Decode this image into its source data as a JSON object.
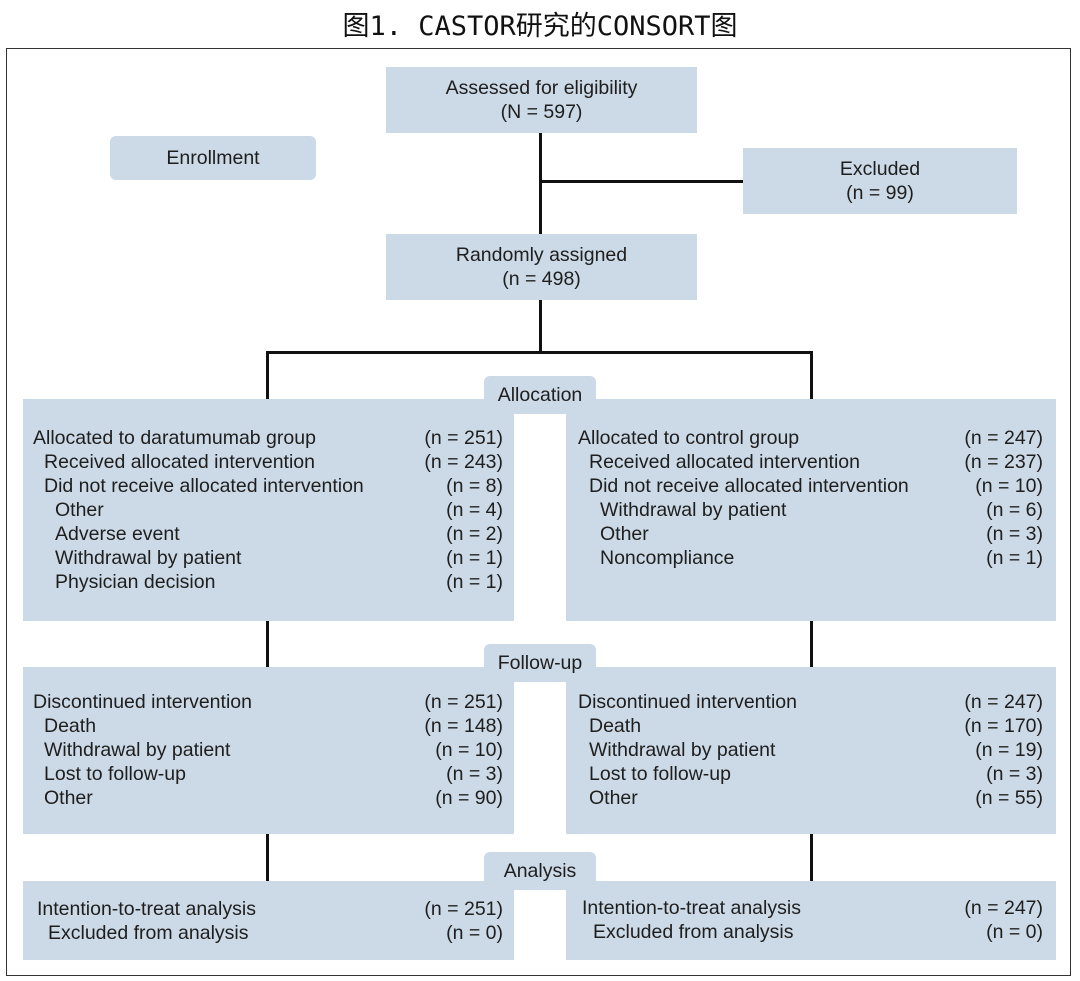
{
  "title": "图1. CASTOR研究的CONSORT图",
  "enrollment": {
    "label": "Enrollment",
    "assessed": {
      "line1": "Assessed for eligibility",
      "line2": "(N = 597)"
    },
    "excluded": {
      "line1": "Excluded",
      "line2": "(n = 99)"
    },
    "randomized": {
      "line1": "Randomly assigned",
      "line2": "(n = 498)"
    }
  },
  "stages": {
    "allocation": "Allocation",
    "followup": "Follow-up",
    "analysis": "Analysis"
  },
  "left": {
    "allocation": [
      {
        "text": "Allocated to daratumumab group",
        "n": "(n = 251)",
        "level": 0
      },
      {
        "text": "Received allocated intervention",
        "n": "(n = 243)",
        "level": 1
      },
      {
        "text": "Did not receive allocated intervention",
        "n": "(n = 8)",
        "level": 1
      },
      {
        "text": "Other",
        "n": "(n = 4)",
        "level": 2
      },
      {
        "text": "Adverse event",
        "n": "(n = 2)",
        "level": 2
      },
      {
        "text": "Withdrawal by patient",
        "n": "(n = 1)",
        "level": 2
      },
      {
        "text": "Physician decision",
        "n": "(n = 1)",
        "level": 2
      }
    ],
    "followup": [
      {
        "text": "Discontinued intervention",
        "n": "(n = 251)",
        "level": 0
      },
      {
        "text": "Death",
        "n": "(n = 148)",
        "level": 1
      },
      {
        "text": "Withdrawal by patient",
        "n": "(n = 10)",
        "level": 1
      },
      {
        "text": "Lost to follow-up",
        "n": "(n = 3)",
        "level": 1
      },
      {
        "text": "Other",
        "n": "(n = 90)",
        "level": 1
      }
    ],
    "analysis": [
      {
        "text": "Intention-to-treat analysis",
        "n": "(n = 251)",
        "level": 0
      },
      {
        "text": "Excluded from analysis",
        "n": "(n = 0)",
        "level": 1
      }
    ]
  },
  "right": {
    "allocation": [
      {
        "text": "Allocated to control group",
        "n": "(n = 247)",
        "level": 0
      },
      {
        "text": "Received allocated intervention",
        "n": "(n = 237)",
        "level": 1
      },
      {
        "text": "Did not receive allocated intervention",
        "n": "(n = 10)",
        "level": 1
      },
      {
        "text": "Withdrawal by patient",
        "n": "(n = 6)",
        "level": 2
      },
      {
        "text": "Other",
        "n": "(n = 3)",
        "level": 2
      },
      {
        "text": "Noncompliance",
        "n": "(n = 1)",
        "level": 2
      }
    ],
    "followup": [
      {
        "text": "Discontinued intervention",
        "n": "(n = 247)",
        "level": 0
      },
      {
        "text": "Death",
        "n": "(n = 170)",
        "level": 1
      },
      {
        "text": "Withdrawal by patient",
        "n": "(n = 19)",
        "level": 1
      },
      {
        "text": "Lost to follow-up",
        "n": "(n = 3)",
        "level": 1
      },
      {
        "text": "Other",
        "n": "(n = 55)",
        "level": 1
      }
    ],
    "analysis": [
      {
        "text": "Intention-to-treat analysis",
        "n": "(n = 247)",
        "level": 0
      },
      {
        "text": "Excluded from analysis",
        "n": "(n = 0)",
        "level": 1
      }
    ]
  }
}
